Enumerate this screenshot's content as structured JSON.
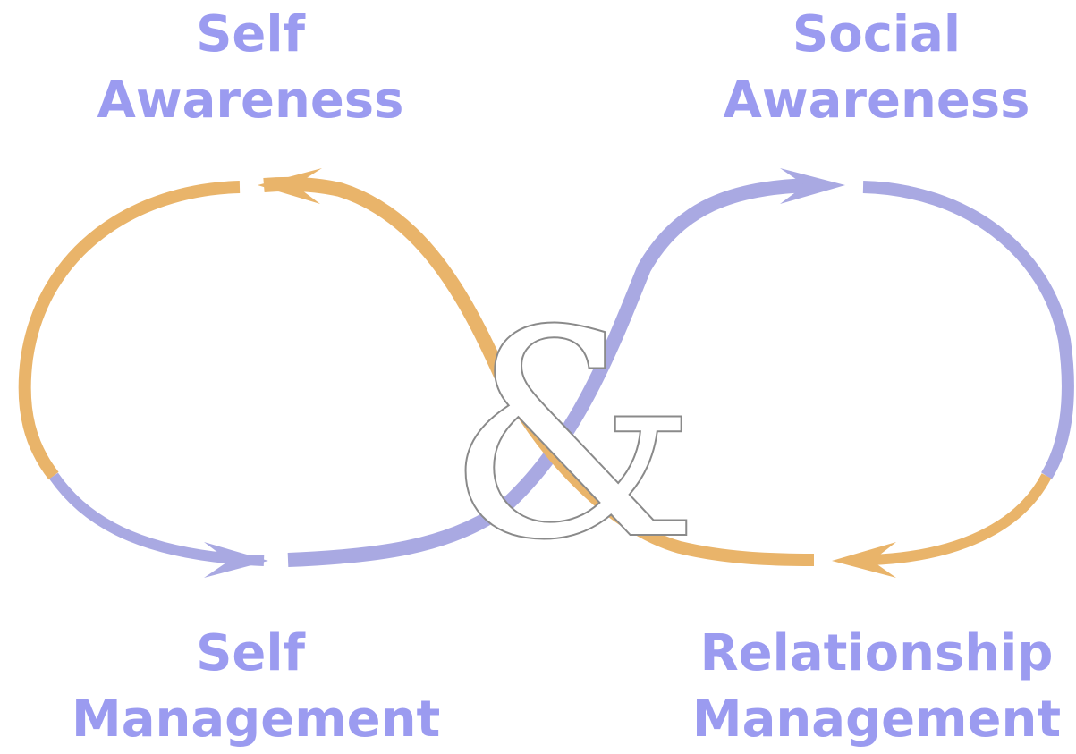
{
  "labels": {
    "top_left": {
      "line1": "Self",
      "line2": "Awareness"
    },
    "top_right": {
      "line1": "Social",
      "line2": "Awareness"
    },
    "bottom_left": {
      "line1": "Self",
      "line2": "Management"
    },
    "bottom_right": {
      "line1": "Relationship",
      "line2": "Management"
    }
  },
  "center_symbol": "&",
  "colors": {
    "label": "#9b9bf0",
    "orange_arc": "#e9b46a",
    "lavender_arc": "#a9a9e2",
    "ampersand_fill": "#ffffff",
    "ampersand_stroke": "#8a8a8a"
  }
}
